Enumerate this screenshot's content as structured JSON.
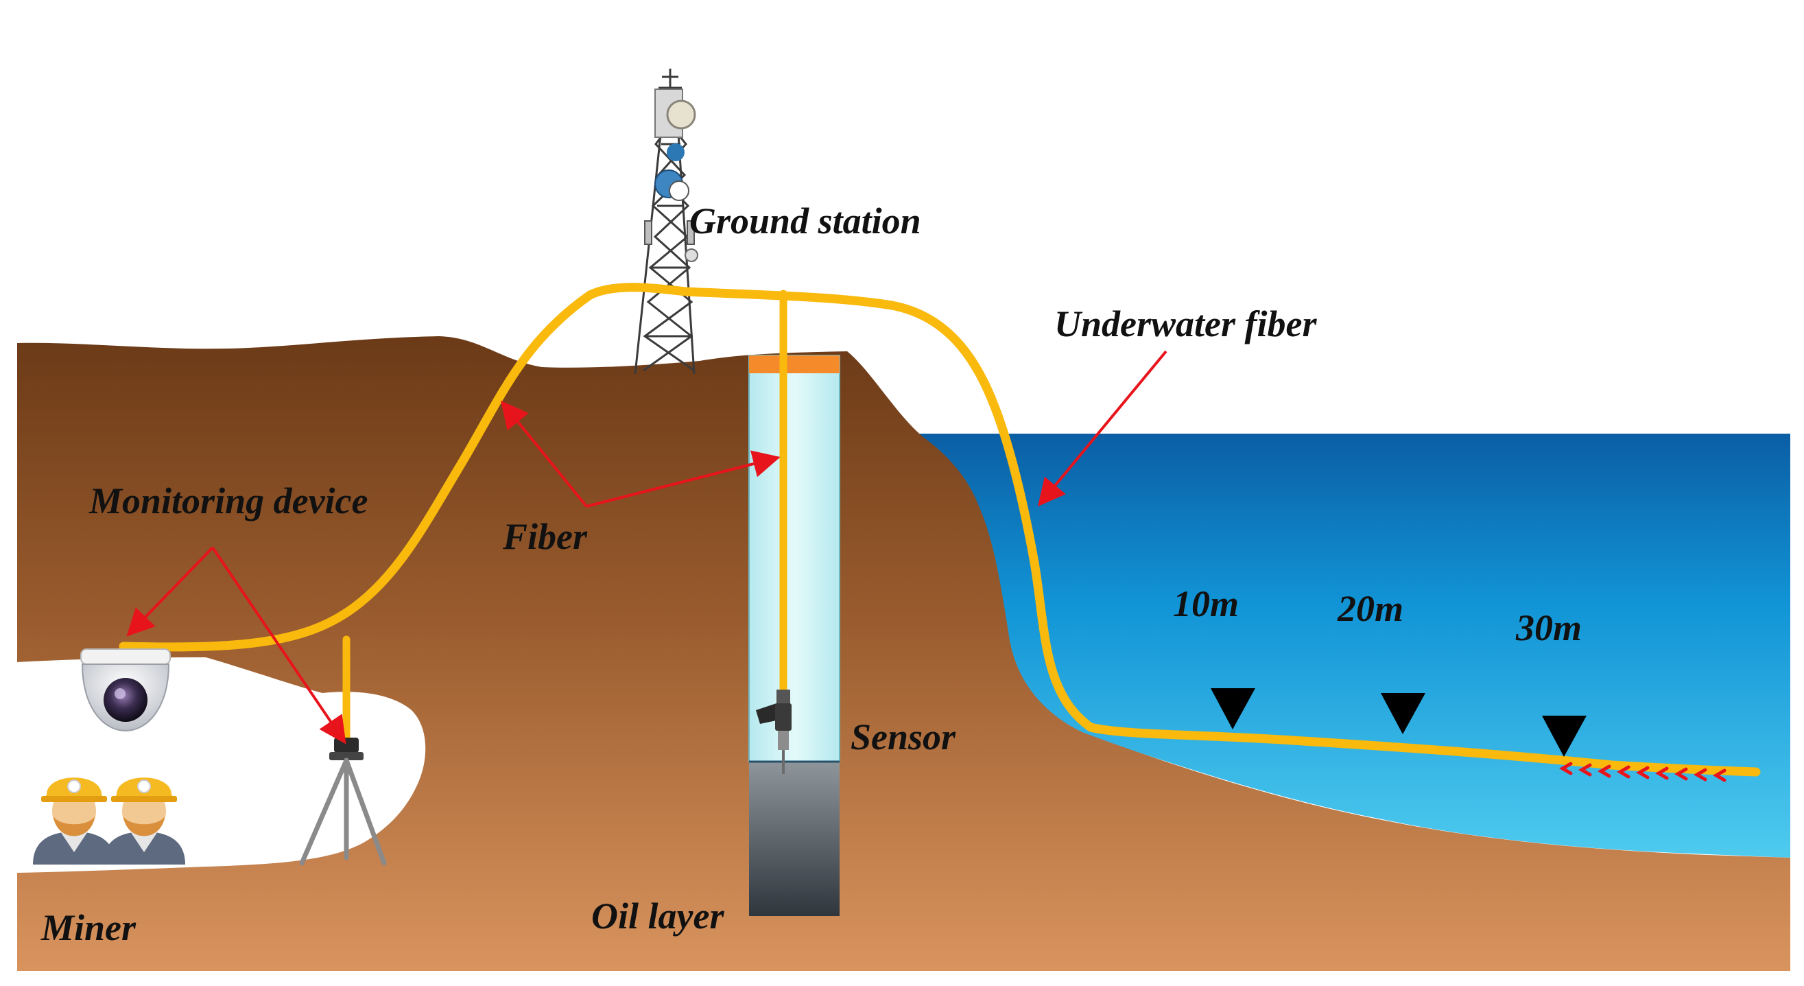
{
  "labels": {
    "ground_station": "Ground station",
    "underwater_fiber": "Underwater fiber",
    "monitoring_device": "Monitoring device",
    "fiber": "Fiber",
    "sensor": "Sensor",
    "oil_layer": "Oil layer",
    "miner": "Miner",
    "depth_10": "10m",
    "depth_20": "20m",
    "depth_30": "30m"
  },
  "colors": {
    "fiber": "#f9b90d",
    "arrow": "#e8141b",
    "earth_top": "#6b3a17",
    "earth_bottom": "#d7915a",
    "water_top": "#0b5fa5",
    "water_bottom": "#49c6ee",
    "well_cap": "#f58a2a",
    "well_water": "#c9f0f2",
    "oil": "#384048"
  },
  "icons": {
    "tower": "communication-tower-icon",
    "camera": "dome-camera-icon",
    "tripod": "tripod-instrument-icon",
    "miner": "miner-with-helmet-icon",
    "sensor": "probe-sensor-icon",
    "depth_marker": "triangle-down-icon"
  }
}
